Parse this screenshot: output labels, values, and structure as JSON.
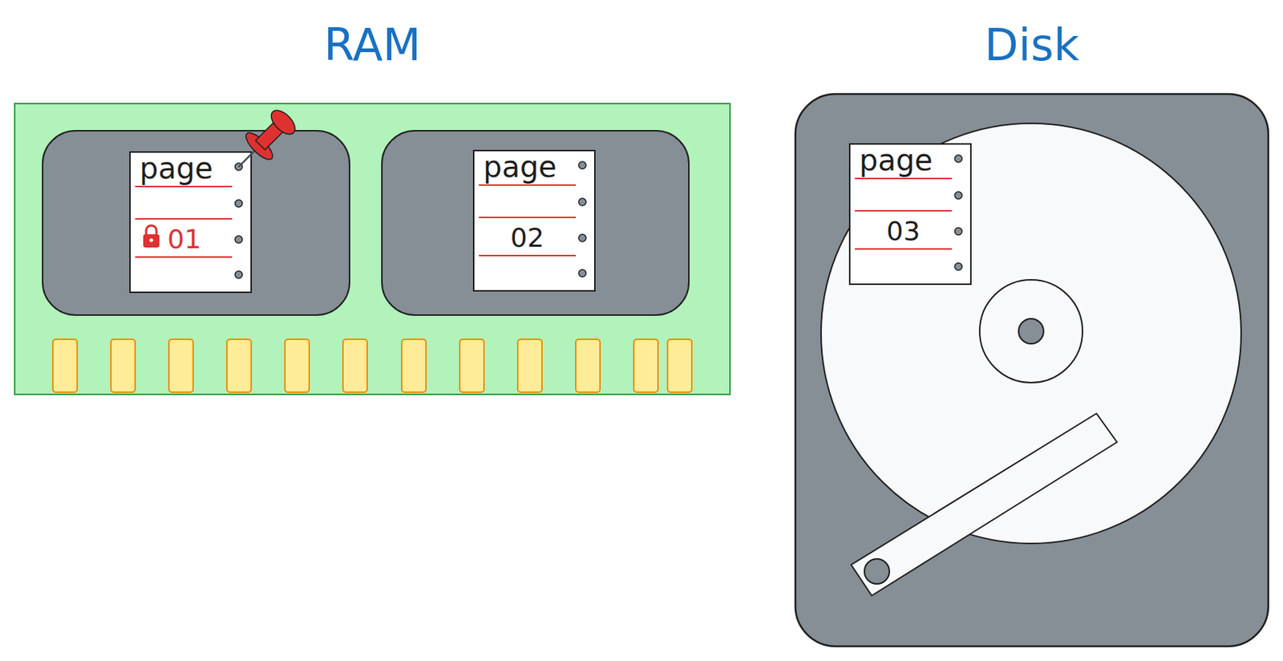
{
  "diagram": {
    "nodes": [
      {
        "text": [
          "RAM"
        ]
      },
      {
        "text": [
          "page",
          "01"
        ],
        "in": 0
      },
      {
        "text": [
          "page",
          "02"
        ],
        "in": 0
      },
      {
        "text": [
          "Disk"
        ]
      },
      {
        "text": [
          "page",
          "03"
        ],
        "in": 3
      }
    ]
  }
}
